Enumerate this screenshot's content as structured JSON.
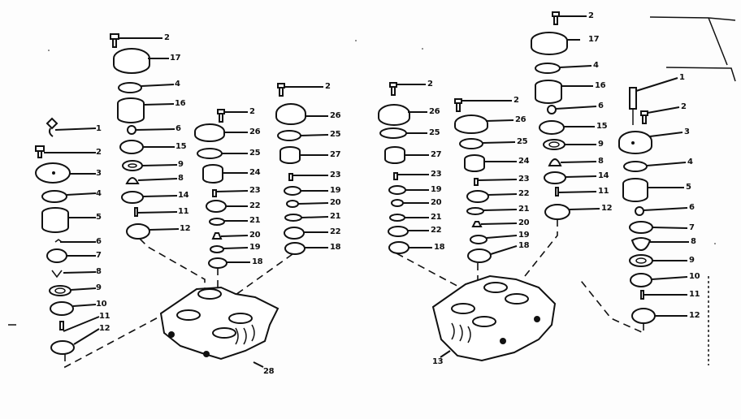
{
  "diagram": {
    "title": "Exploded parts diagram - pump valve heads",
    "background": "#fdfdfd",
    "ink": "#111111",
    "assemblies": [
      {
        "id": "left",
        "head_label": "28",
        "columns": [
          {
            "id": "L1",
            "callouts": [
              "1",
              "2",
              "3",
              "4",
              "5",
              "6",
              "7",
              "8",
              "9",
              "10",
              "11",
              "12"
            ]
          },
          {
            "id": "L2",
            "callouts": [
              "2",
              "17",
              "4",
              "16",
              "6",
              "15",
              "9",
              "8",
              "14",
              "11",
              "12"
            ]
          },
          {
            "id": "L3",
            "callouts": [
              "2",
              "26",
              "25",
              "24",
              "23",
              "22",
              "21",
              "20",
              "19",
              "18"
            ]
          },
          {
            "id": "L4",
            "callouts": [
              "2",
              "26",
              "25",
              "27",
              "23",
              "19",
              "20",
              "21",
              "22",
              "18"
            ]
          }
        ]
      },
      {
        "id": "right",
        "head_label": "13",
        "columns": [
          {
            "id": "R1",
            "callouts": [
              "2",
              "26",
              "25",
              "27",
              "23",
              "19",
              "20",
              "21",
              "22",
              "18"
            ]
          },
          {
            "id": "R2",
            "callouts": [
              "2",
              "26",
              "25",
              "24",
              "23",
              "22",
              "21",
              "20",
              "19",
              "18"
            ]
          },
          {
            "id": "R3",
            "callouts": [
              "2",
              "17",
              "4",
              "16",
              "6",
              "15",
              "9",
              "8",
              "14",
              "11",
              "12"
            ]
          },
          {
            "id": "R4",
            "callouts": [
              "1",
              "2",
              "3",
              "4",
              "5",
              "6",
              "7",
              "8",
              "9",
              "10",
              "11",
              "12"
            ]
          }
        ]
      }
    ],
    "labels": {
      "L1": [
        "1",
        "2",
        "3",
        "4",
        "5",
        "6",
        "7",
        "8",
        "9",
        "10",
        "11",
        "12"
      ],
      "L2": [
        "2",
        "17",
        "4",
        "16",
        "6",
        "15",
        "9",
        "8",
        "14",
        "11",
        "12"
      ],
      "L3": [
        "2",
        "26",
        "25",
        "24",
        "23",
        "22",
        "21",
        "20",
        "19",
        "18"
      ],
      "L4": [
        "2",
        "26",
        "25",
        "27",
        "23",
        "19",
        "20",
        "21",
        "22",
        "18"
      ],
      "R1": [
        "2",
        "26",
        "25",
        "27",
        "23",
        "19",
        "20",
        "21",
        "22",
        "18"
      ],
      "R2": [
        "2",
        "26",
        "25",
        "24",
        "23",
        "22",
        "21",
        "20",
        "19",
        "18"
      ],
      "R3": [
        "2",
        "17",
        "4",
        "16",
        "6",
        "15",
        "9",
        "8",
        "14",
        "11",
        "12"
      ],
      "R4": [
        "1",
        "2",
        "3",
        "4",
        "5",
        "6",
        "7",
        "8",
        "9",
        "10",
        "11",
        "12"
      ],
      "head_left": "28",
      "head_right": "13"
    }
  }
}
